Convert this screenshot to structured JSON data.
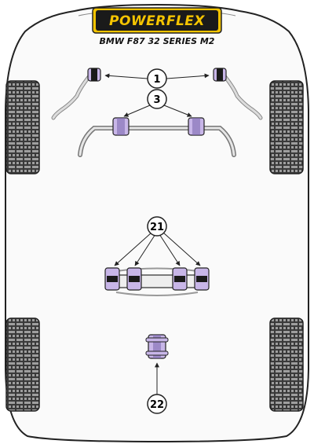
{
  "brand": {
    "name": "POWERFLEX",
    "model": "BMW F87 32 SERIES M2"
  },
  "callouts": [
    {
      "id": "c1",
      "label": "1"
    },
    {
      "id": "c3",
      "label": "3"
    },
    {
      "id": "c21",
      "label": "21"
    },
    {
      "id": "c22",
      "label": "22"
    }
  ],
  "colors": {
    "bushing": "#c8b6e8",
    "outline": "#222222",
    "tire_dark": "#3a3a3a",
    "tire_light": "#9e9e9e",
    "logo_yellow": "#f5c400",
    "frame": "#d9d9d9"
  }
}
